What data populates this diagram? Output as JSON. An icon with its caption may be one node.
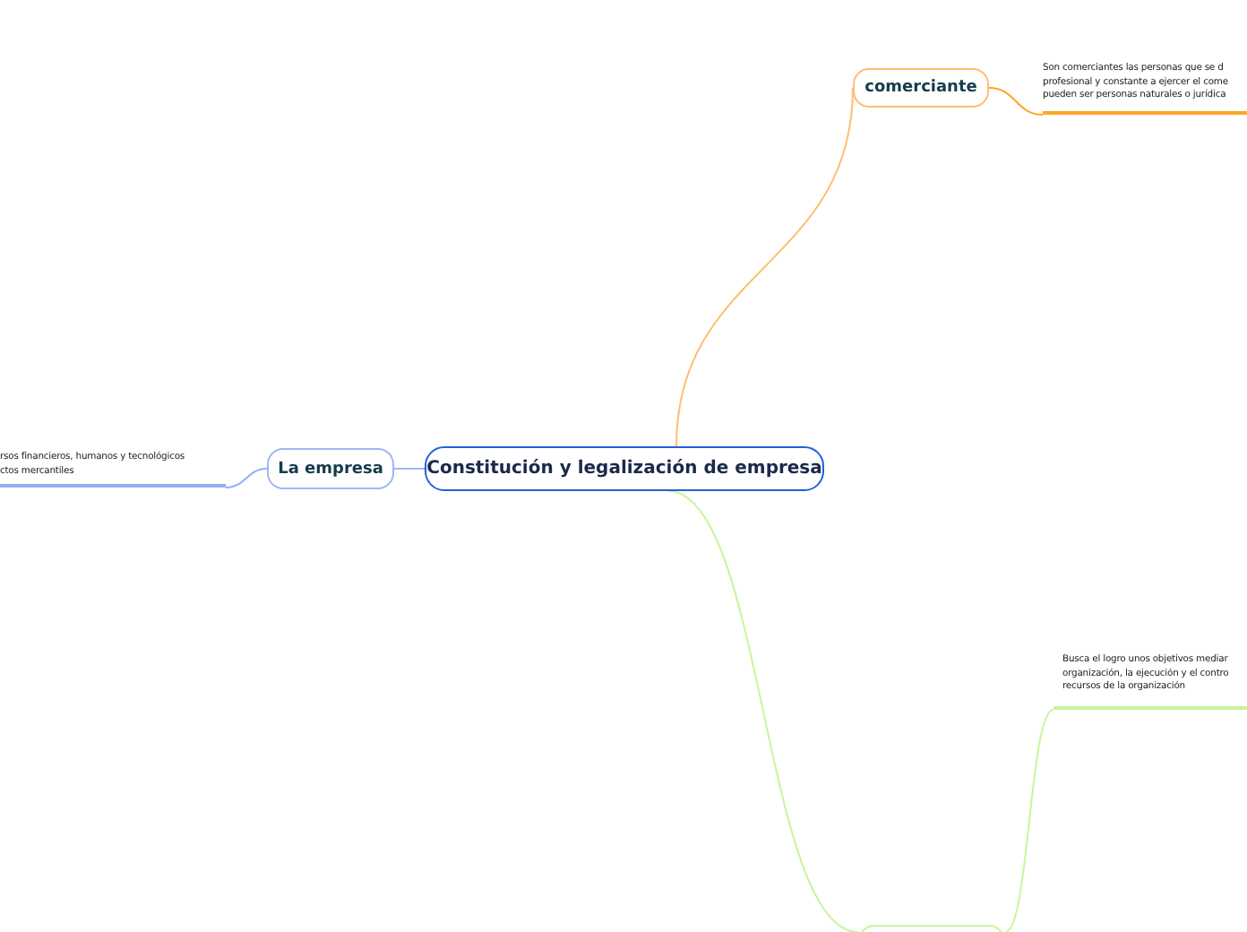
{
  "diagram": {
    "nodes": [
      {
        "text": [
          "Constitución y legalización de empresa"
        ]
      },
      {
        "text": [
          "comerciante"
        ]
      },
      {
        "text": [
          "Son comerciantes las personas que se d profesional y constante a ejercer el come pueden ser personas naturales o jurídica"
        ]
      },
      {
        "text": [
          "La empresa"
        ]
      },
      {
        "text": [
          "rsos financieros, humanos y tecnológicos ctos mercantiles"
        ]
      },
      {
        "text": [],
        "shape": "box"
      },
      {
        "text": [
          "Busca el logro unos objetivos mediar organización, la ejecución y el contro recursos de la organización"
        ]
      }
    ],
    "edges": [
      {
        "from": 0,
        "to": 1,
        "arrow": "none",
        "color": "#ffbe73"
      },
      {
        "from": 1,
        "to": 2,
        "arrow": "none",
        "color": "#ffa526"
      },
      {
        "from": 0,
        "to": 3,
        "arrow": "none",
        "color": "#9fb8f5"
      },
      {
        "from": 3,
        "to": 4,
        "arrow": "none",
        "color": "#8fb0f8"
      },
      {
        "from": 0,
        "to": 5,
        "arrow": "none",
        "color": "#c8f59a"
      },
      {
        "from": 5,
        "to": 6,
        "arrow": "none",
        "color": "#c8f59a"
      }
    ]
  }
}
